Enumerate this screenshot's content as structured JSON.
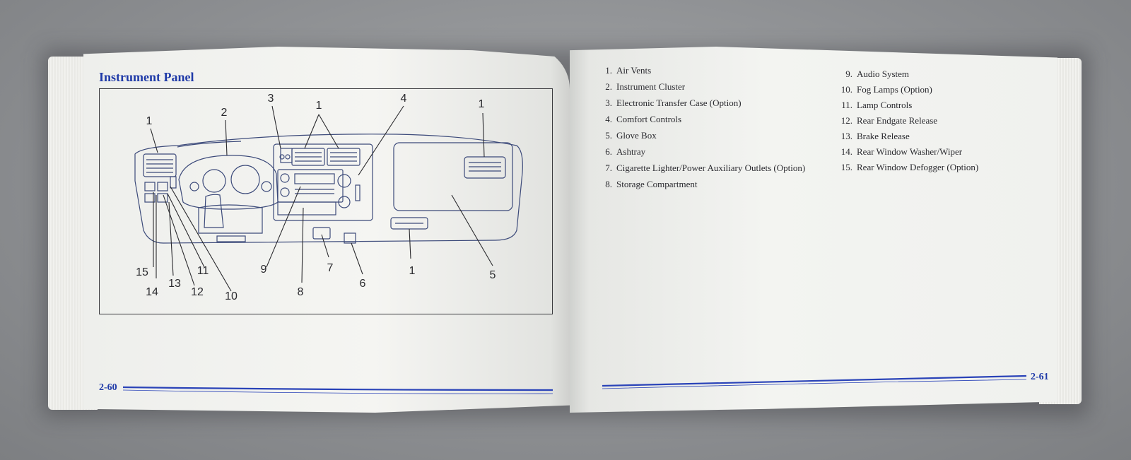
{
  "left_page": {
    "heading": "Instrument Panel",
    "page_number": "2-60",
    "diagram_callouts": [
      "1",
      "2",
      "3",
      "1",
      "4",
      "1",
      "15",
      "14",
      "13",
      "12",
      "11",
      "10",
      "9",
      "8",
      "7",
      "6",
      "1",
      "5"
    ]
  },
  "right_page": {
    "page_number": "2-61",
    "legend_left": [
      {
        "num": "1.",
        "label": "Air Vents"
      },
      {
        "num": "2.",
        "label": "Instrument Cluster"
      },
      {
        "num": "3.",
        "label": "Electronic Transfer Case (Option)"
      },
      {
        "num": "4.",
        "label": "Comfort Controls"
      },
      {
        "num": "5.",
        "label": "Glove Box"
      },
      {
        "num": "6.",
        "label": "Ashtray"
      },
      {
        "num": "7.",
        "label": "Cigarette Lighter/Power Auxiliary Outlets (Option)"
      },
      {
        "num": "8.",
        "label": "Storage Compartment"
      }
    ],
    "legend_right": [
      {
        "num": "9.",
        "label": "Audio System"
      },
      {
        "num": "10.",
        "label": "Fog Lamps (Option)"
      },
      {
        "num": "11.",
        "label": "Lamp Controls"
      },
      {
        "num": "12.",
        "label": "Rear Endgate Release"
      },
      {
        "num": "13.",
        "label": "Brake Release"
      },
      {
        "num": "14.",
        "label": "Rear Window Washer/Wiper"
      },
      {
        "num": "15.",
        "label": "Rear Window Defogger (Option)"
      }
    ]
  },
  "colors": {
    "heading_blue": "#1f3aa8",
    "rule_blue": "#2a43b8",
    "text": "#2b2b30"
  }
}
